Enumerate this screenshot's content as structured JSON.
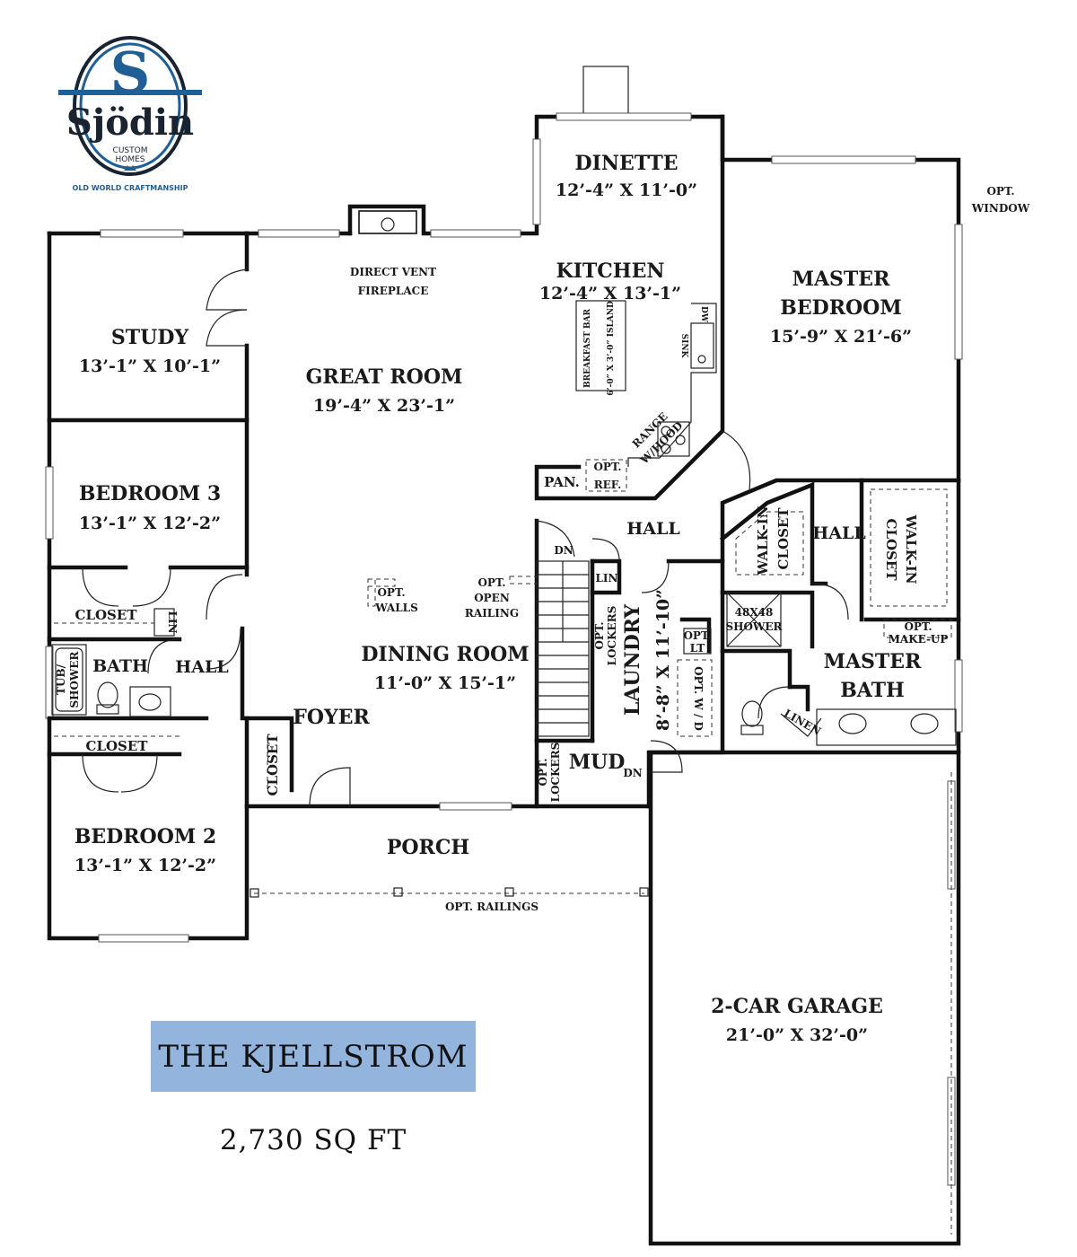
{
  "logo": {
    "brand": "Sjödin",
    "line1": "CUSTOM",
    "line2": "HOMES",
    "tagline": "OLD WORLD CRAFTMANSHIP",
    "colors": {
      "blue": "#1f5f95",
      "dark": "#1a2430"
    }
  },
  "plan": {
    "name": "THE KJELLSTROM",
    "area": "2,730 SQ FT",
    "accent": "#92b4dd"
  },
  "rooms": {
    "dinette": {
      "name": "DINETTE",
      "size": "12’-4” X 11’-0”"
    },
    "kitchen": {
      "name": "KITCHEN",
      "size": "12’-4” X 13’-1”"
    },
    "master_bedroom": {
      "name1": "MASTER",
      "name2": "BEDROOM",
      "size": "15’-9” X 21’-6”"
    },
    "study": {
      "name": "STUDY",
      "size": "13’-1” X 10’-1”"
    },
    "great_room": {
      "name": "GREAT ROOM",
      "size": "19’-4” X 23’-1”"
    },
    "bedroom3": {
      "name": "BEDROOM 3",
      "size": "13’-1” X 12’-2”"
    },
    "dining_room": {
      "name": "DINING ROOM",
      "size": "11’-0” X 15’-1”"
    },
    "bedroom2": {
      "name": "BEDROOM 2",
      "size": "13’-1” X 12’-2”"
    },
    "laundry": {
      "name": "LAUNDRY",
      "size": "8’-8” X 11’-10”"
    },
    "master_bath": {
      "name1": "MASTER",
      "name2": "BATH"
    },
    "garage": {
      "name": "2-CAR GARAGE",
      "size": "21’-0” X 32’-0”"
    },
    "porch": {
      "name": "PORCH"
    },
    "foyer": {
      "name": "FOYER"
    },
    "mud": {
      "name": "MUD"
    },
    "hall_kitchen": {
      "name": "HALL"
    },
    "hall_master": {
      "name": "HALL"
    },
    "hall_west": {
      "name": "HALL"
    },
    "bath": {
      "name": "BATH"
    }
  },
  "labels": {
    "fireplace1": "DIRECT VENT",
    "fireplace2": "FIREPLACE",
    "opt_window1": "OPT.",
    "opt_window2": "WINDOW",
    "breakfast_bar": "BREAKFAST BAR",
    "island": "6’-0” X 3’-0” ISLAND",
    "sink": "SINK",
    "dw": "DW",
    "range1": "RANGE",
    "range2": "W/HOOD",
    "pan": "PAN.",
    "opt_ref1": "OPT.",
    "opt_ref2": "REF.",
    "walkin1": "WALK-IN",
    "walkin2": "CLOSET",
    "walkin_b1": "WALK-IN",
    "walkin_b2": "CLOSET",
    "dn_stair": "DN",
    "dn_mud": "DN",
    "lin_laundry": "LIN",
    "lin_west": "LIN",
    "opt_walls1": "OPT.",
    "opt_walls2": "WALLS",
    "opt_railing1": "OPT.",
    "opt_railing2": "OPEN",
    "opt_railing3": "RAILING",
    "opt_lockers_a1": "OPT.",
    "opt_lockers_a2": "LOCKERS",
    "opt_lockers_b1": "OPT.",
    "opt_lockers_b2": "LOCKERS",
    "shower": "48X48",
    "shower2": "SHOWER",
    "opt_makeup1": "OPT.",
    "opt_makeup2": "MAKE-UP",
    "opt_lt1": "OPT.",
    "opt_lt2": "LT",
    "opt_wd": "OPT. W / D",
    "linen": "LINEN",
    "closet_b3": "CLOSET",
    "closet_b2": "CLOSET",
    "closet_foyer": "CLOSET",
    "tub1": "TUB/",
    "tub2": "SHOWER",
    "opt_railings": "OPT. RAILINGS"
  }
}
